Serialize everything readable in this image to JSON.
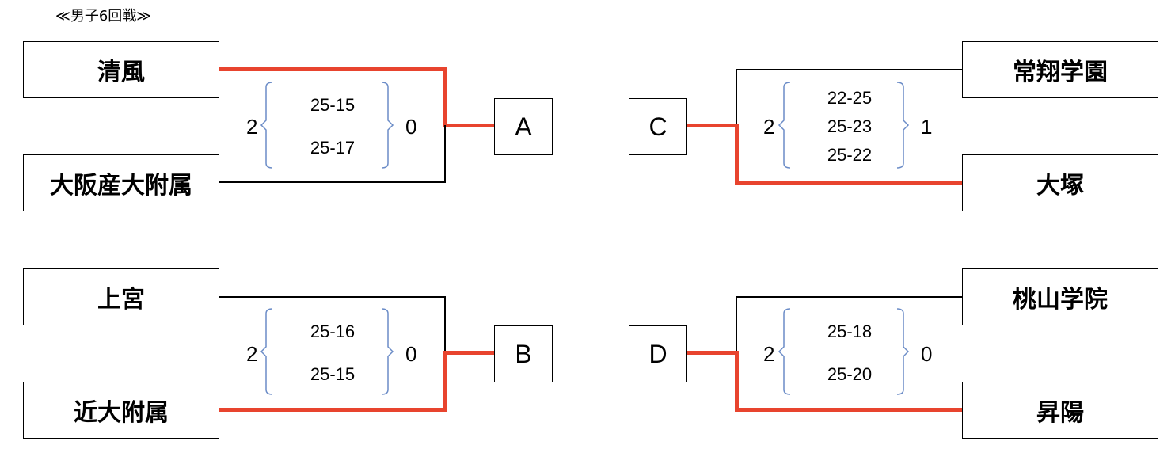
{
  "title": "≪男子6回戦≫",
  "matches": [
    {
      "team1": "清風",
      "team2": "大阪産大附属",
      "result": "A",
      "sets1": "2",
      "sets2": "0",
      "scores": [
        "25-15",
        "25-17"
      ]
    },
    {
      "team1": "上宮",
      "team2": "近大附属",
      "result": "B",
      "sets1": "2",
      "sets2": "0",
      "scores": [
        "25-16",
        "25-15"
      ]
    },
    {
      "team1": "常翔学園",
      "team2": "大塚",
      "result": "C",
      "sets1": "2",
      "sets2": "1",
      "scores": [
        "22-25",
        "25-23",
        "25-22"
      ]
    },
    {
      "team1": "桃山学院",
      "team2": "昇陽",
      "result": "D",
      "sets1": "2",
      "sets2": "0",
      "scores": [
        "25-18",
        "25-20"
      ]
    }
  ],
  "colors": {
    "winner_line": "#e8442e",
    "line": "#000000",
    "bracket": "#6b8cc7"
  }
}
